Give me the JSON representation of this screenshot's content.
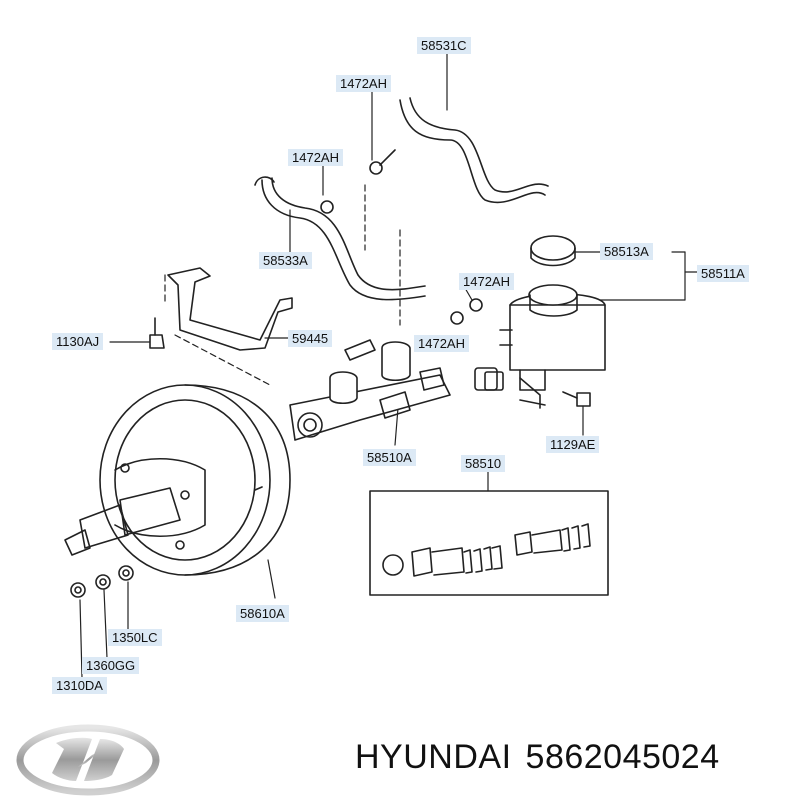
{
  "labels": {
    "p58531C": "58531C",
    "p1472AH_a": "1472AH",
    "p1472AH_b": "1472AH",
    "p58533A": "58533A",
    "p1472AH_c": "1472AH",
    "p58513A": "58513A",
    "p58511A": "58511A",
    "p1472AH_d": "1472AH",
    "p1130AJ": "1130AJ",
    "p59445": "59445",
    "p58510A": "58510A",
    "p1129AE": "1129AE",
    "p58510": "58510",
    "p58610A": "58610A",
    "p1350LC": "1350LC",
    "p1360GG": "1360GG",
    "p1310DA": "1310DA"
  },
  "footer": {
    "brand": "HYUNDAI",
    "part_number": "5862045024"
  }
}
